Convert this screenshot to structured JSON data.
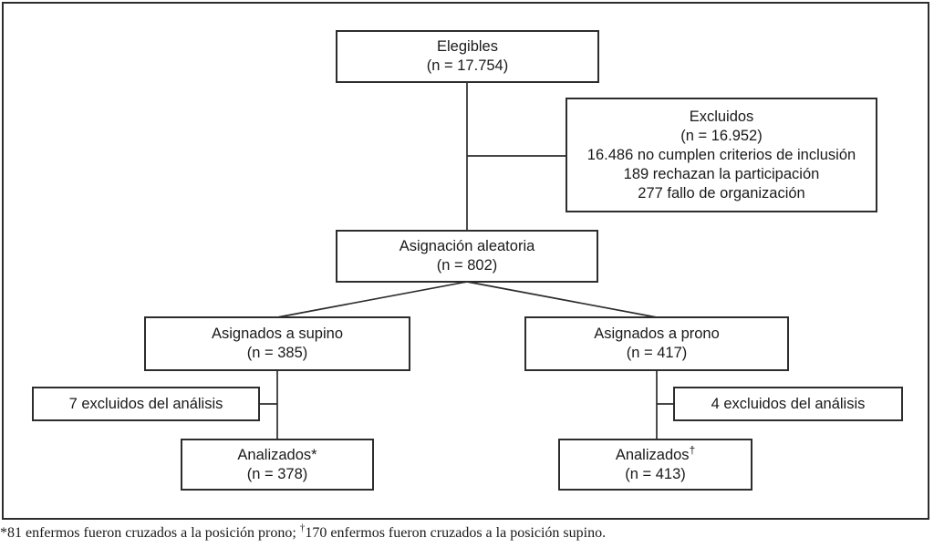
{
  "figure": {
    "type": "randomized-trial-flow-diagram",
    "language": "es"
  },
  "colors": {
    "line": "#2d2d2d",
    "text": "#1a1a1a",
    "background": "#ffffff"
  },
  "nodes": {
    "elegibles": {
      "title": "Elegibles",
      "n": "(n = 17.754)"
    },
    "excluidos": {
      "title": "Excluidos",
      "n": "(n = 16.952)",
      "details": [
        "16.486 no cumplen criterios de inclusión",
        "189 rechazan la participación",
        "277 fallo de organización"
      ]
    },
    "asignacion": {
      "title": "Asignación aleatoria",
      "n": "(n = 802)"
    },
    "supino": {
      "title": "Asignados a supino",
      "n": "(n = 385)"
    },
    "prono": {
      "title": "Asignados a prono",
      "n": "(n = 417)"
    },
    "excluidos_supino": {
      "title": "7 excluidos del análisis"
    },
    "excluidos_prono": {
      "title": "4 excluidos del análisis"
    },
    "analizados_supino": {
      "title": "Analizados*",
      "n": "(n = 378)"
    },
    "analizados_prono": {
      "title": "Analizados",
      "marker": "†",
      "n": "(n = 413)"
    }
  },
  "footnote": {
    "part1": "*81 enfermos fueron cruzados a la posición prono; ",
    "dagger_marker": "†",
    "part2": "170 enfermos fueron cruzados a la posición supino."
  }
}
